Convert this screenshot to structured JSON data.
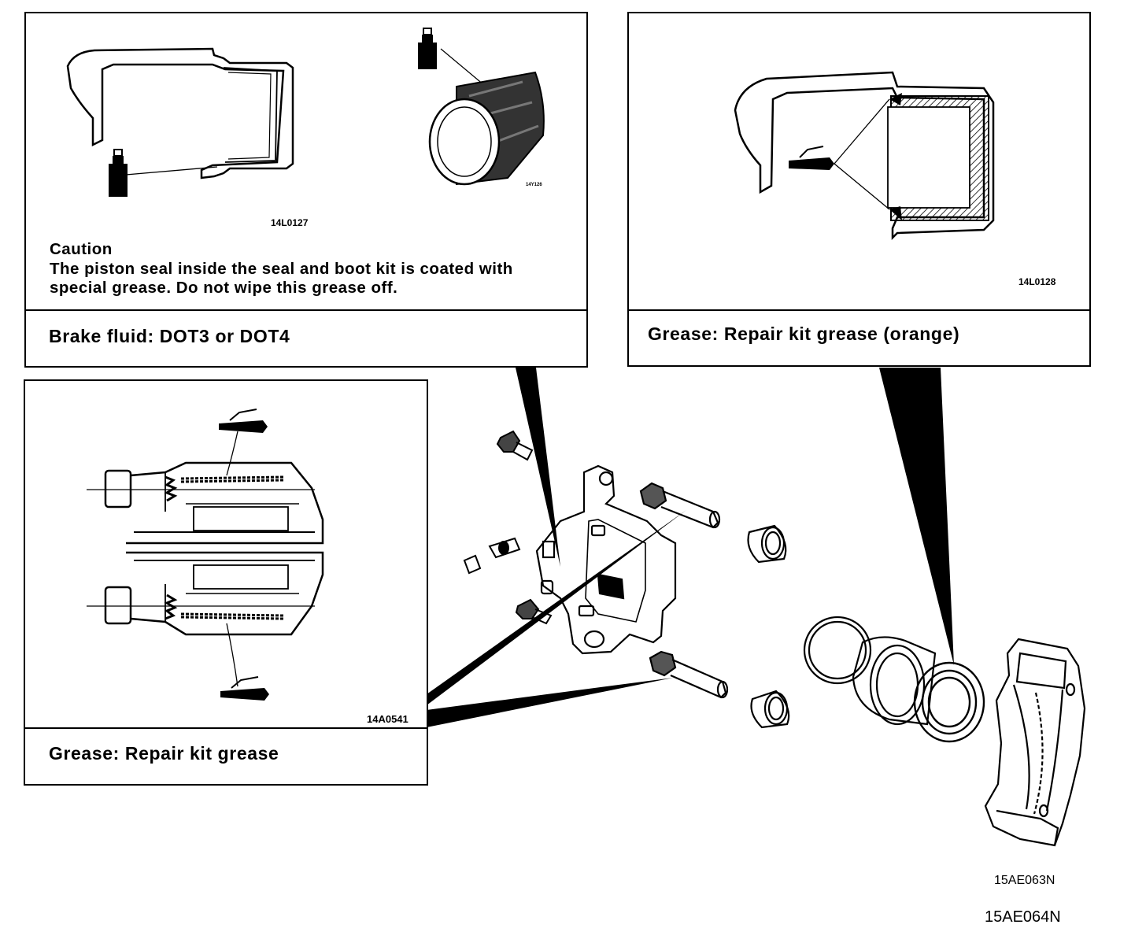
{
  "panel_a": {
    "figure_code": "14L0127",
    "small_code": "14Y126",
    "caution_title": "Caution",
    "caution_line1": "The piston seal inside the seal and boot kit is coated with",
    "caution_line2": "special grease. Do not wipe this grease off.",
    "caption": "Brake fluid: DOT3 or DOT4"
  },
  "panel_b": {
    "figure_code": "14L0128",
    "caption": "Grease: Repair kit grease (orange)"
  },
  "panel_c": {
    "figure_code": "14A0541",
    "caption": "Grease: Repair kit grease"
  },
  "figure_codes": {
    "first": "15AE063N",
    "second": "15AE064N"
  }
}
